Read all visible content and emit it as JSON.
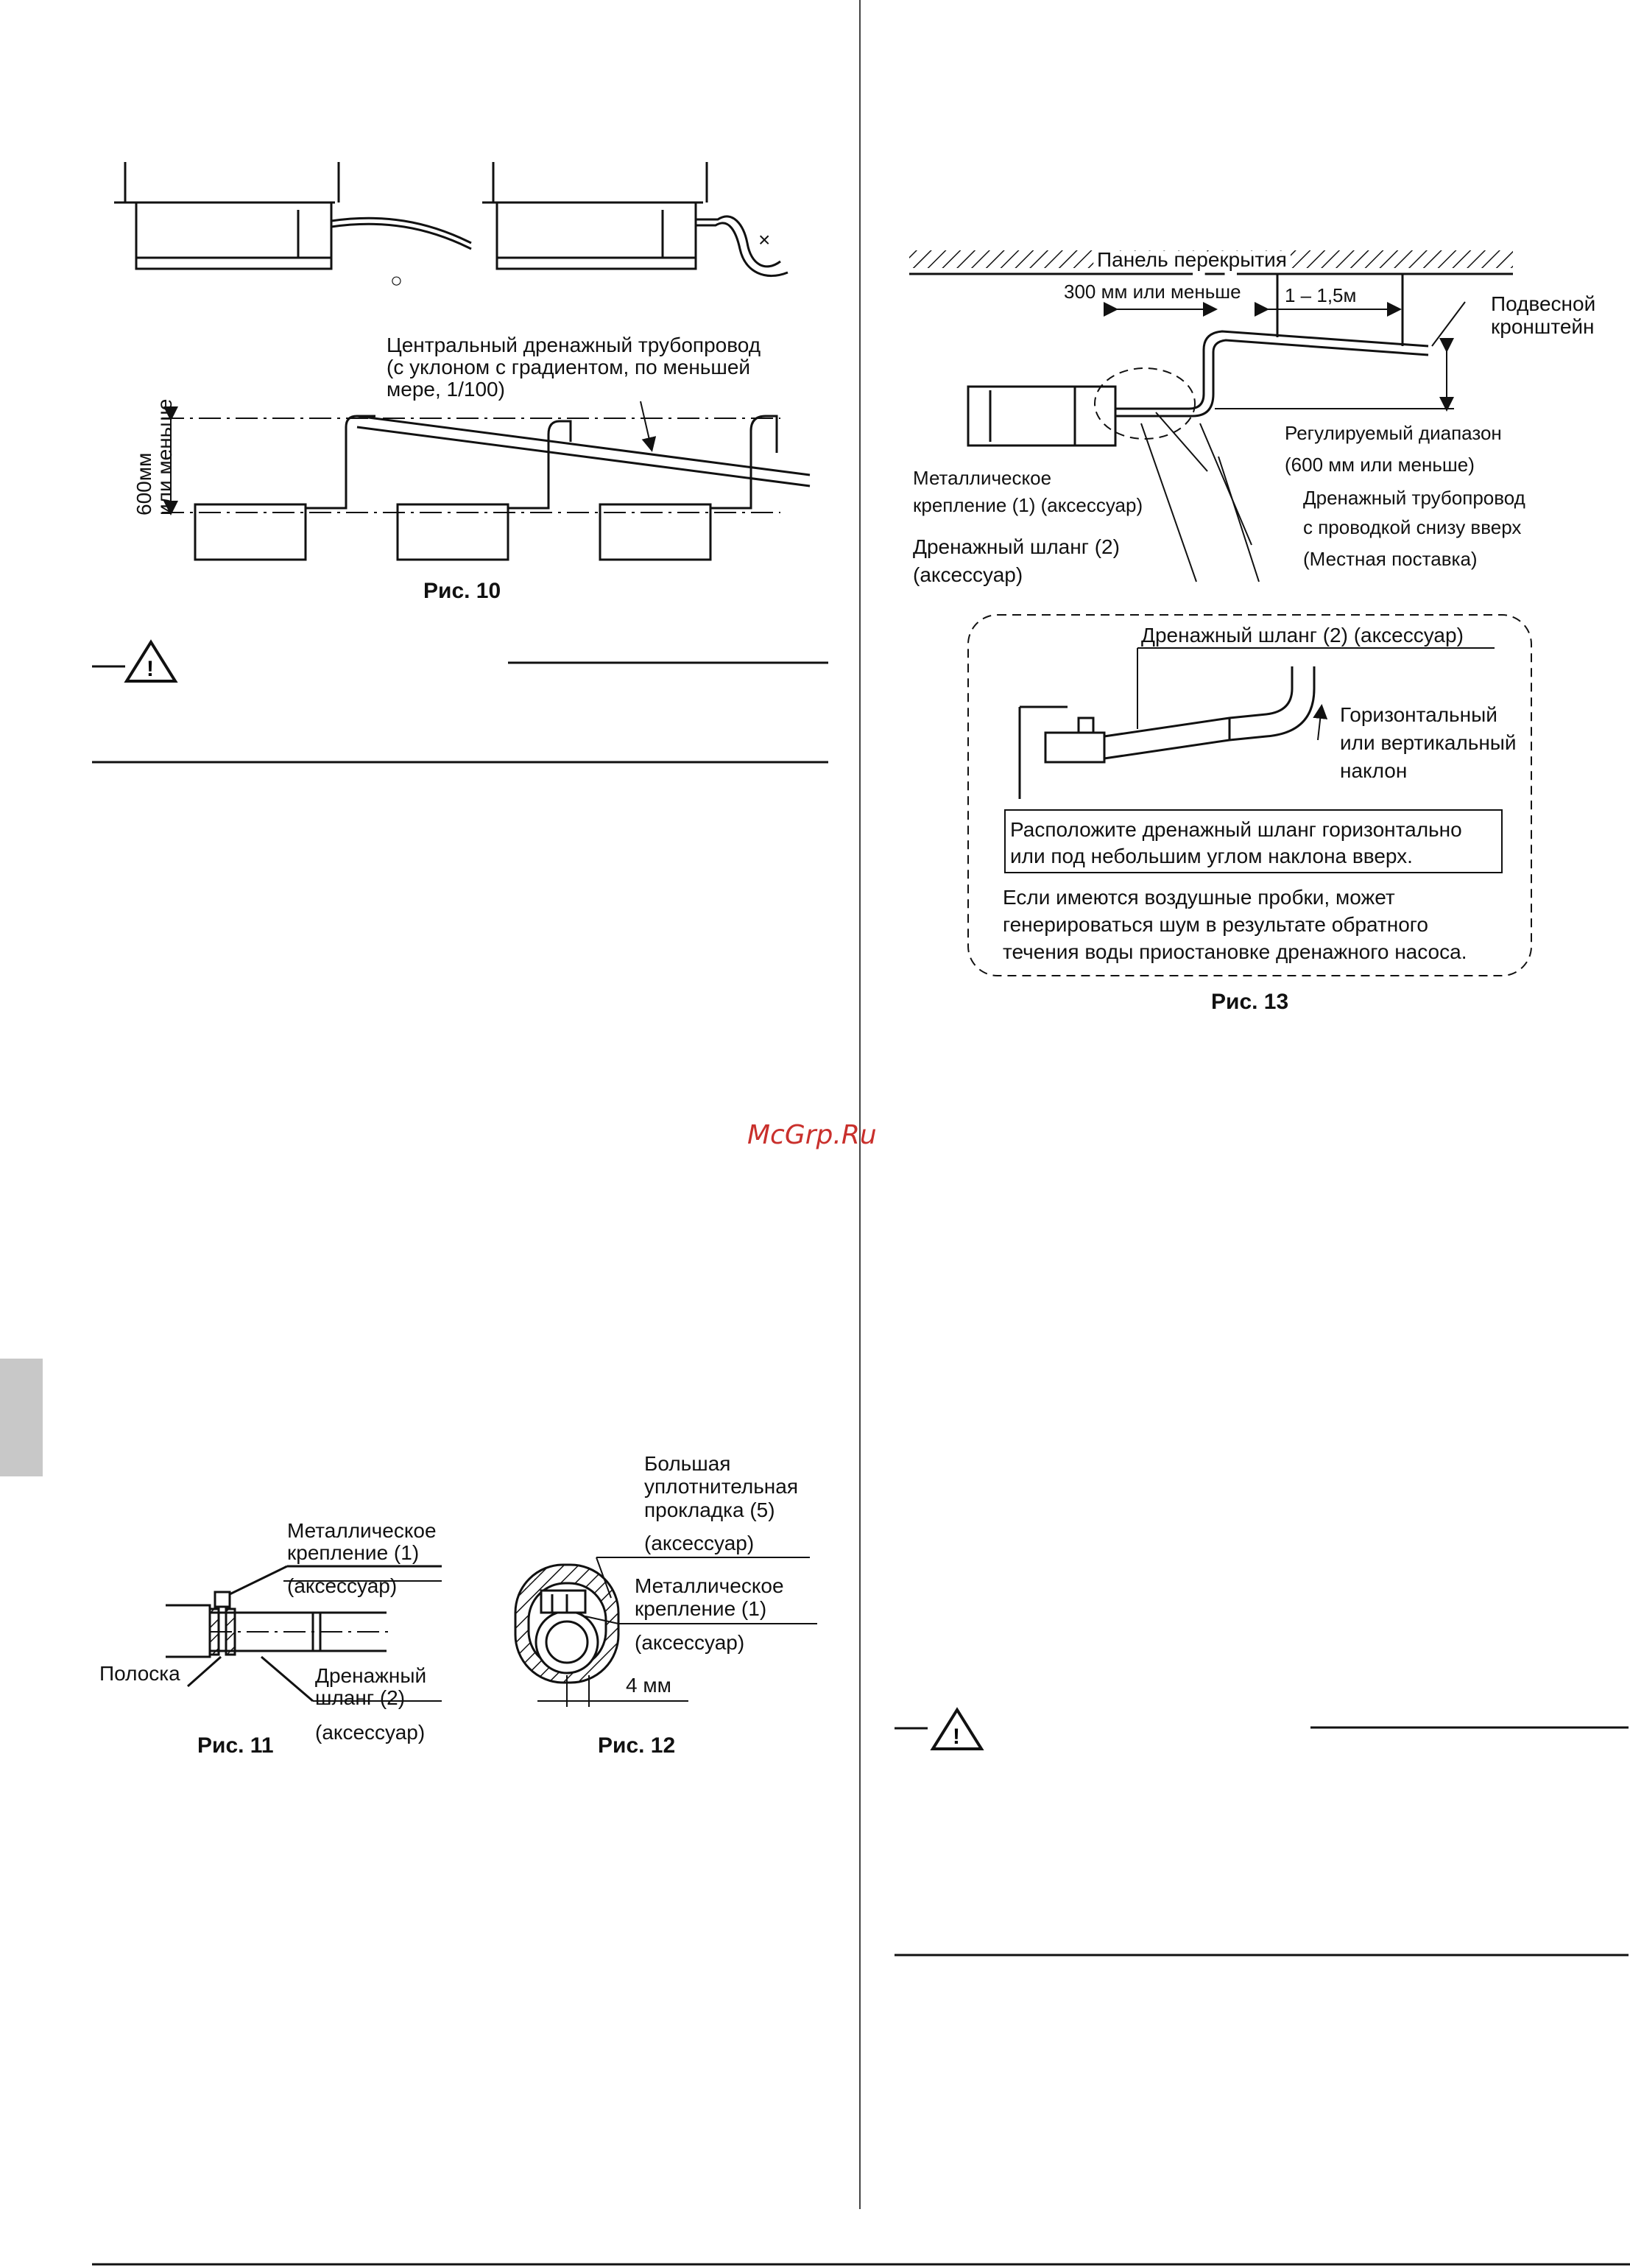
{
  "fig10": {
    "label_central": [
      "Центральный дренажный трубопровод",
      "(с уклоном с градиентом, по меньшей",
      "мере, 1/100)"
    ],
    "label_height": [
      "600мм",
      "или меньше"
    ],
    "ok_mark": "○",
    "ng_mark": "×",
    "caption": "Рис. 10"
  },
  "fig11": {
    "label_clamp": [
      "Металлическое",
      "крепление (1)",
      "(аксессуар)"
    ],
    "label_strip": "Полоска",
    "label_hose": [
      "Дренажный",
      "шланг (2)",
      "(аксессуар)"
    ],
    "caption": "Рис. 11"
  },
  "fig12": {
    "label_seal": [
      "Большая",
      "уплотнительная",
      "прокладка (5)",
      "(аксессуар)"
    ],
    "label_clamp": [
      "Металлическое",
      "крепление (1)",
      "(аксессуар)"
    ],
    "label_gap": "4 мм",
    "caption": "Рис. 12"
  },
  "fig13": {
    "ceiling": "Панель перекрытия",
    "dim_300": "300 мм или меньше",
    "dim_15": "1 – 1,5м",
    "hanger": [
      "Подвесной",
      "кронштейн"
    ],
    "range": [
      "Регулируемый диапазон",
      "(600 мм или меньше)"
    ],
    "drain_pipe": [
      "Дренажный трубопровод",
      "с проводкой снизу вверх",
      "(Местная поставка)"
    ],
    "clamp": [
      "Металлическое",
      "крепление (1) (аксессуар)"
    ],
    "hose": [
      "Дренажный шланг (2)",
      "(аксессуар)"
    ],
    "detail_hose": "Дренажный шланг (2) (аксессуар)",
    "detail_slope": [
      "Горизонтальный",
      "или вертикальный",
      "наклон"
    ],
    "detail_box": [
      "Расположите дренажный шланг горизонтально",
      "или под небольшим углом наклона вверх."
    ],
    "detail_note": [
      "Если имеются воздушные пробки, может",
      "генерироваться шум в результате обратного",
      "течения воды приостановке дренажного насоса."
    ],
    "caption": "Рис. 13"
  },
  "watermark": "McGrp.Ru"
}
